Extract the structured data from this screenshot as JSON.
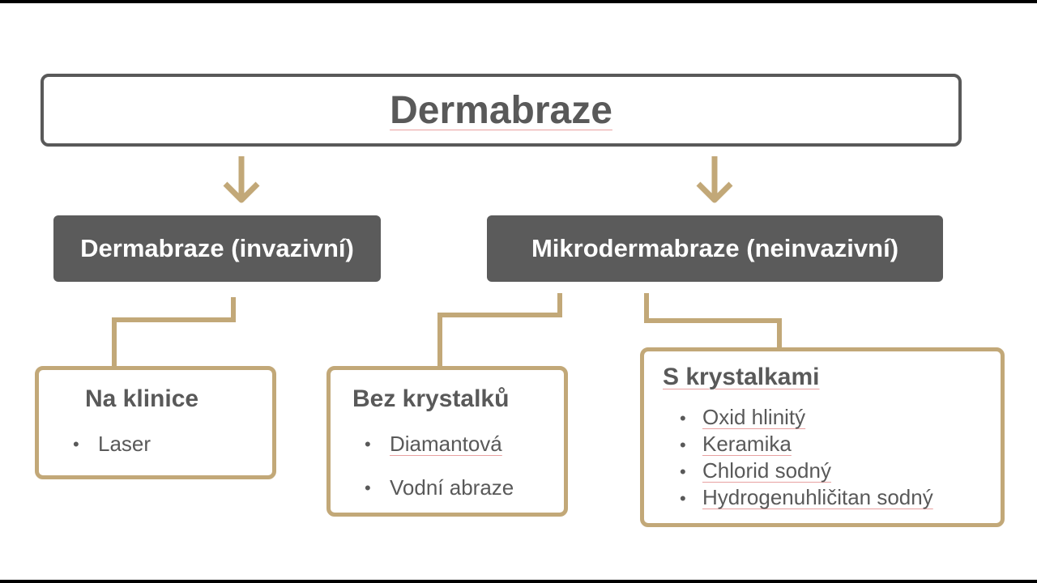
{
  "title": "Dermabraze",
  "branches": {
    "left": {
      "label": "Dermabraze (invazivní)"
    },
    "right": {
      "label": "Mikrodermabraze (neinvazivní)"
    }
  },
  "boxes": [
    {
      "title": "Na klinice",
      "items": [
        "Laser"
      ]
    },
    {
      "title": "Bez krystalků",
      "items": [
        "Diamantová",
        "Vodní abraze"
      ]
    },
    {
      "title": "S krystalkami",
      "items": [
        "Oxid hlinitý",
        "Keramika",
        "Chlorid sodný",
        "Hydrogenuhličitan sodný"
      ]
    }
  ],
  "colors": {
    "dark": "#5b5b5b",
    "gold": "#c2a878",
    "text": "#595959"
  }
}
